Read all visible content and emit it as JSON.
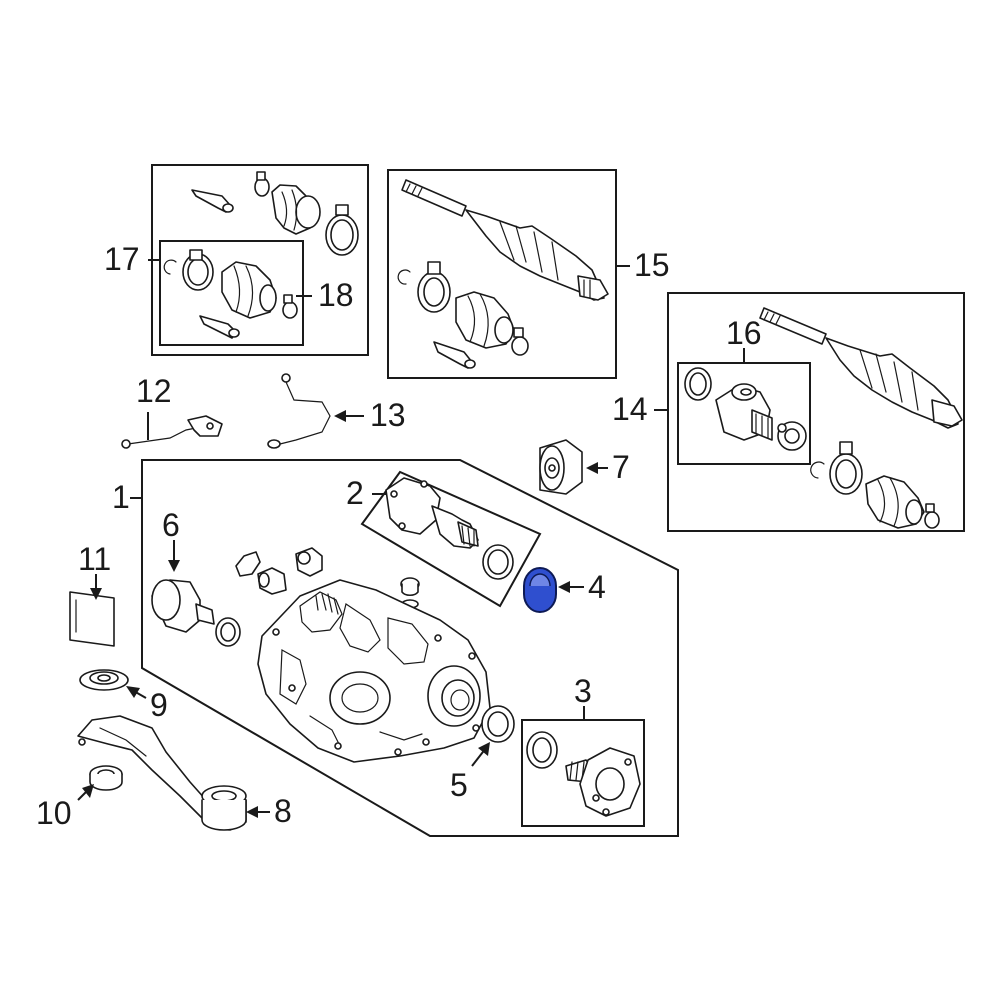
{
  "diagram": {
    "highlight_color": "#3355cc",
    "line_color": "#1a1a1a",
    "callouts": [
      {
        "id": "c1",
        "label": "1"
      },
      {
        "id": "c2",
        "label": "2"
      },
      {
        "id": "c3",
        "label": "3"
      },
      {
        "id": "c4",
        "label": "4"
      },
      {
        "id": "c5",
        "label": "5"
      },
      {
        "id": "c6",
        "label": "6"
      },
      {
        "id": "c7",
        "label": "7"
      },
      {
        "id": "c8",
        "label": "8"
      },
      {
        "id": "c9",
        "label": "9"
      },
      {
        "id": "c10",
        "label": "10"
      },
      {
        "id": "c11",
        "label": "11"
      },
      {
        "id": "c12",
        "label": "12"
      },
      {
        "id": "c13",
        "label": "13"
      },
      {
        "id": "c14",
        "label": "14"
      },
      {
        "id": "c15",
        "label": "15"
      },
      {
        "id": "c16",
        "label": "16"
      },
      {
        "id": "c17",
        "label": "17"
      },
      {
        "id": "c18",
        "label": "18"
      }
    ],
    "highlighted_part": "4"
  }
}
